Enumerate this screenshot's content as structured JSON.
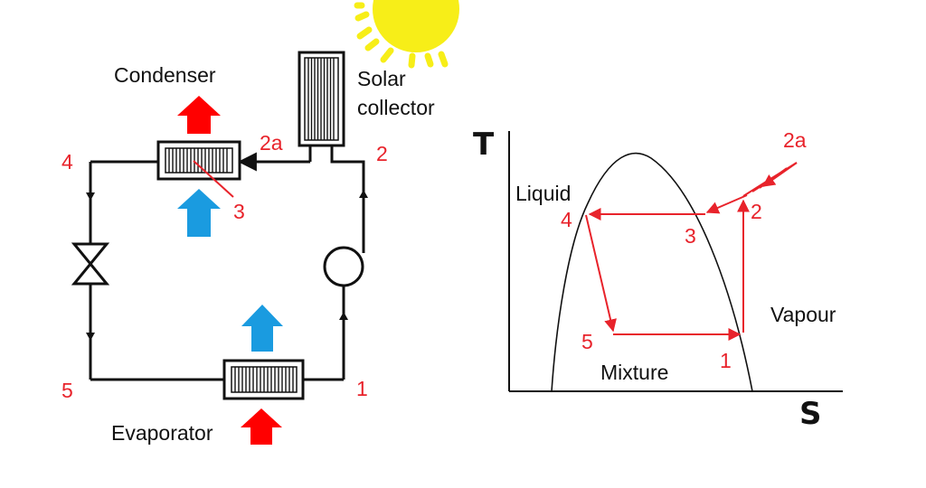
{
  "cycle_diagram": {
    "labels": {
      "condenser": "Condenser",
      "solar_line1": "Solar",
      "solar_line2": "collector",
      "evaporator": "Evaporator"
    },
    "state_points": {
      "p1": "1",
      "p2": "2",
      "p2a": "2a",
      "p3": "3",
      "p4": "4",
      "p5": "5"
    }
  },
  "ts_diagram": {
    "axis": {
      "y": "T",
      "x": "S"
    },
    "regions": {
      "liquid": "Liquid",
      "vapour": "Vapour",
      "mixture": "Mixture"
    },
    "state_points": {
      "p1": "1",
      "p2": "2",
      "p2a": "2a",
      "p3": "3",
      "p4": "4",
      "p5": "5"
    }
  },
  "colors": {
    "line": "#111111",
    "red_accent": "#e8232b",
    "heat_in": "#ff0000",
    "cool_in": "#1a9be0",
    "sun": "#f7ee18"
  }
}
